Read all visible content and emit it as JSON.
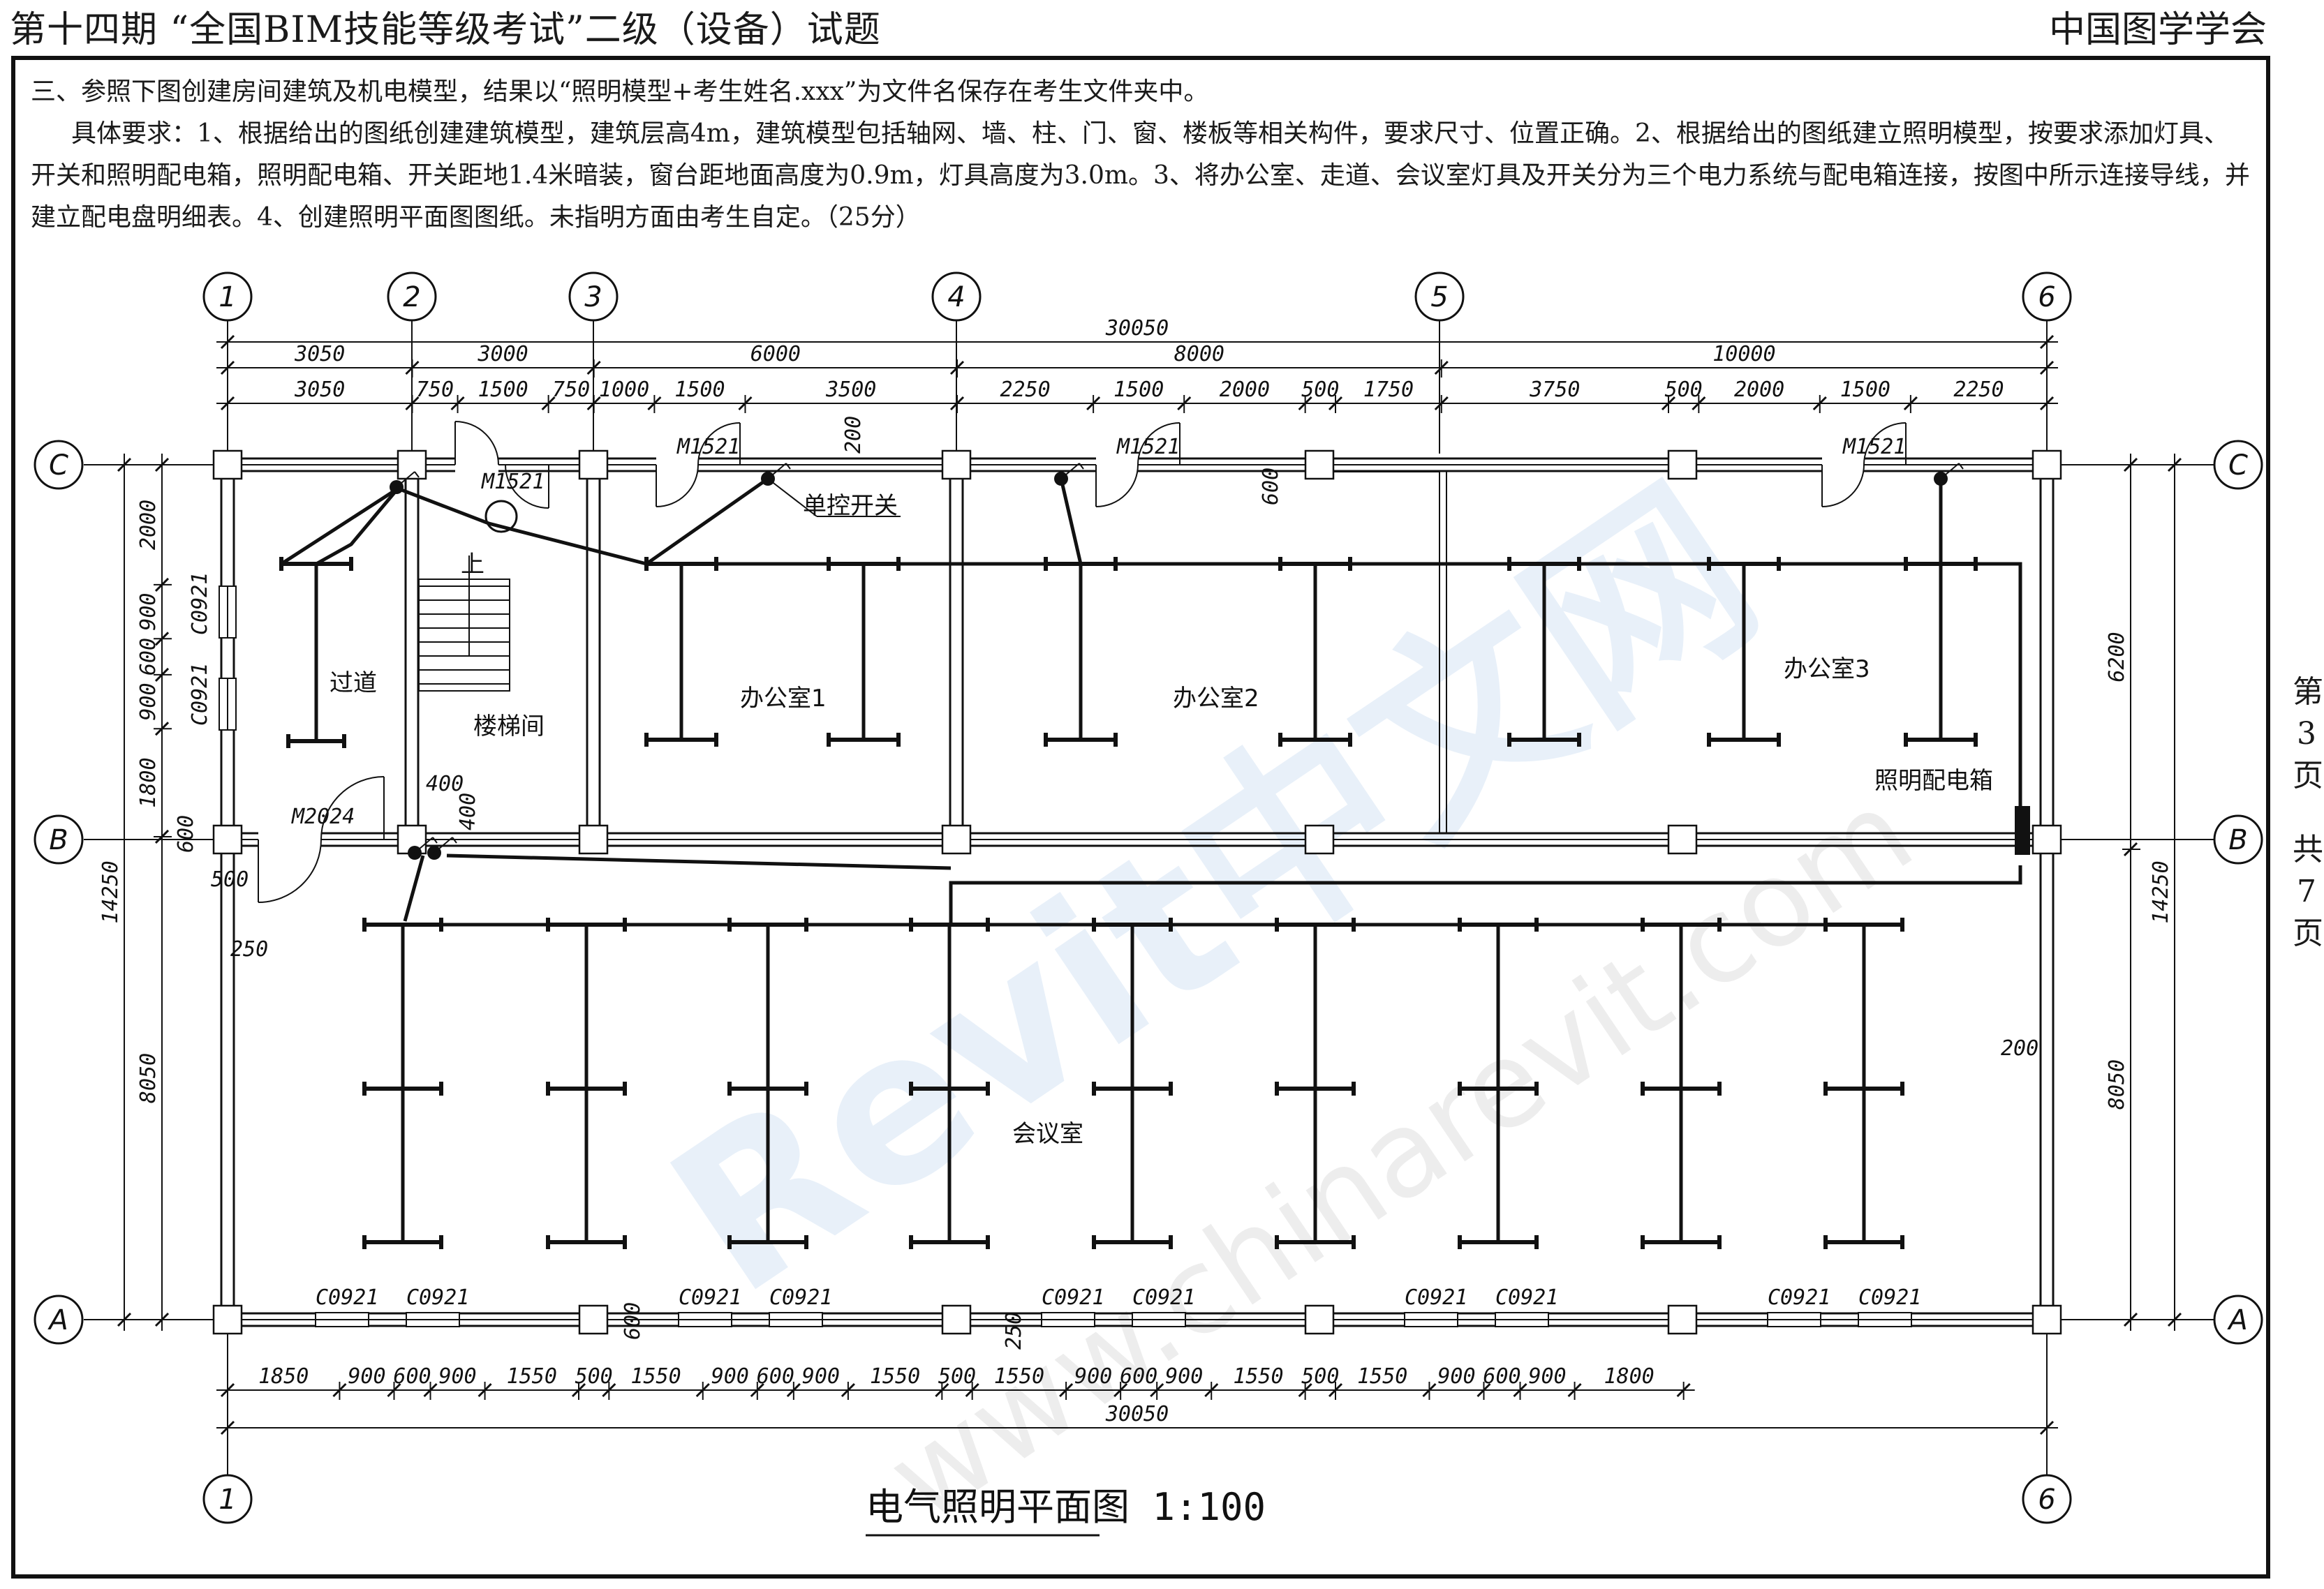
{
  "header": {
    "title": "第十四期 “全国BIM技能等级考试”二级（设备）试题",
    "org": "中国图学学会"
  },
  "task": {
    "line1": "三、参照下图创建房间建筑及机电模型，结果以“照明模型+考生姓名.xxx”为文件名保存在考生文件夹中。",
    "line2": "具体要求：1、根据给出的图纸创建建筑模型，建筑层高4m，建筑模型包括轴网、墙、柱、门、窗、楼板等相关构件，要求尺寸、位置正确。2、根据给出的图纸建立照明模型，按要求添加灯具、开关和照明配电箱，照明配电箱、开关距地1.4米暗装，窗台距地面高度为0.9m，灯具高度为3.0m。3、将办公室、走道、会议室灯具及开关分为三个电力系统与配电箱连接，按图中所示连接导线，并建立配电盘明细表。4、创建照明平面图图纸。未指明方面由考生自定。（25分）"
  },
  "side": {
    "chars": [
      "第",
      "3",
      "页",
      "共",
      "7",
      "页"
    ]
  },
  "drawing": {
    "caption": "电气照明平面图 1:100",
    "grid_x": [
      "1",
      "2",
      "3",
      "4",
      "5",
      "6"
    ],
    "grid_y": [
      "C",
      "B",
      "A"
    ],
    "rooms": {
      "corridor": "过道",
      "stair": "楼梯间",
      "office1": "办公室1",
      "office2": "办公室2",
      "office3": "办公室3",
      "meeting": "会议室",
      "switch_label": "单控开关",
      "panel_label": "照明配电箱",
      "up": "上"
    },
    "doors": {
      "m1521": "M1521",
      "m2024": "M2024"
    },
    "window": "C0921",
    "dims": {
      "total": "30050",
      "top1": [
        "3050",
        "3000",
        "6000",
        "8000",
        "10000"
      ],
      "top2": [
        "3050",
        "750",
        "1500",
        "750",
        "1000",
        "1500",
        "3500",
        "2250",
        "1500",
        "2000",
        "500",
        "1750",
        "3750",
        "500",
        "2000",
        "1500",
        "2250"
      ],
      "bottom": [
        "1850",
        "900",
        "600",
        "900",
        "1550",
        "500",
        "1550",
        "900",
        "600",
        "900",
        "1550",
        "500",
        "1550",
        "900",
        "600",
        "900",
        "1550",
        "500",
        "1550",
        "900",
        "600",
        "900",
        "1800"
      ],
      "left_outer": "14250",
      "left_inner": [
        "2000",
        "900",
        "600",
        "900",
        "1800",
        "8050"
      ],
      "right_outer": "14250",
      "right_inner": [
        "6200",
        "8050"
      ],
      "misc": {
        "d200": "200",
        "d600": "600",
        "d400": "400",
        "d500": "500",
        "d250": "250"
      }
    },
    "watermark": {
      "brand": "Revit中文网",
      "url": "www.chinarevit.com"
    }
  }
}
